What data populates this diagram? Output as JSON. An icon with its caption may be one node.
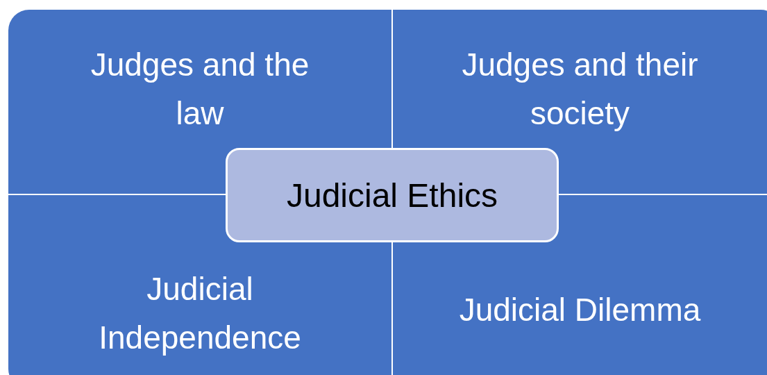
{
  "diagram": {
    "nodes": [
      {
        "text": [
          "Judges and the law"
        ]
      },
      {
        "text": [
          "Judges and their society"
        ]
      },
      {
        "text": [
          "Judicial Ethics"
        ]
      },
      {
        "text": [
          "Judicial Independence"
        ]
      },
      {
        "text": [
          "Judicial Dilemma"
        ]
      }
    ]
  }
}
